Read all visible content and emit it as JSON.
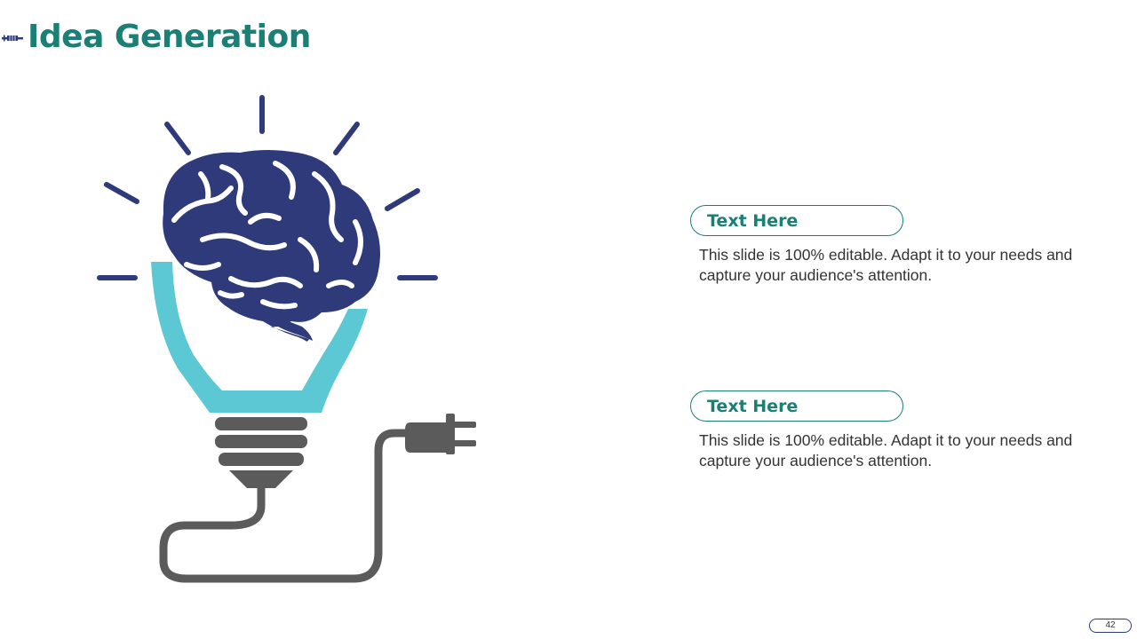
{
  "slide": {
    "title": "Idea Generation",
    "page_number": "42"
  },
  "items": [
    {
      "heading": "Text Here",
      "body": "This slide is 100% editable. Adapt it to your needs and capture your audience's attention."
    },
    {
      "heading": "Text Here",
      "body": "This slide is 100% editable. Adapt it to your needs and capture your audience's attention."
    }
  ],
  "colors": {
    "title_teal": "#1a7f74",
    "brain_navy": "#2f3a7a",
    "bulb_cyan": "#5bc8d4",
    "plug_gray": "#5b5b5b",
    "body_text": "#333333"
  },
  "icons": {
    "title_mark": "syringe-icon",
    "illustration": "brain-lightbulb-icon",
    "plug": "electric-plug-icon"
  }
}
